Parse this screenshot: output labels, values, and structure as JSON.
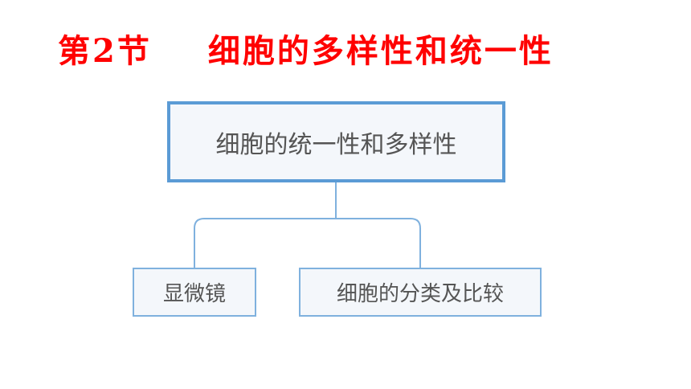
{
  "title": {
    "section": "第2节",
    "text": "细胞的多样性和统一性",
    "color": "#ff0000"
  },
  "diagram": {
    "root": {
      "label": "细胞的统一性和多样性"
    },
    "children": [
      {
        "label": "显微镜"
      },
      {
        "label": "细胞的分类及比较"
      }
    ],
    "colors": {
      "border": "#5b9bd5",
      "node_fill": "#f4f7fb",
      "text": "#555555"
    }
  }
}
